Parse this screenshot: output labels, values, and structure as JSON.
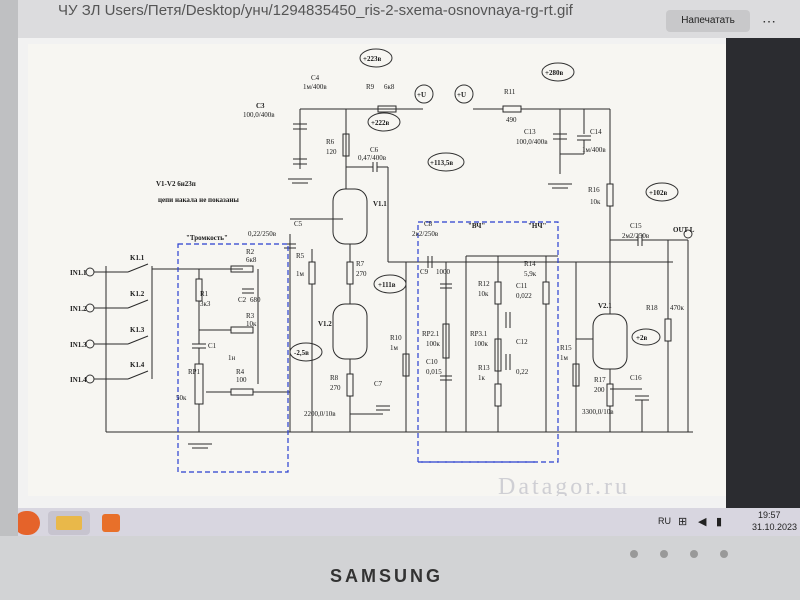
{
  "browser": {
    "url": "ЧУ ЗЛ Users/Петя/Desktop/унч/1294835450_ris-2-sxema-osnovnaya-rg-rt.gif",
    "print_label": "Напечатать",
    "more_label": "⋯"
  },
  "schematic": {
    "tube_note": "V1-V2  6н23п",
    "heater_note": "цепи накала не показаны",
    "block_loudness": "\"Тромкость\"",
    "block_hf": "\"ВЧ\"",
    "block_lf": "\"НЧ\"",
    "voltages": [
      "+223в",
      "+222в",
      "+113,5в",
      "+111в",
      "-2,5в",
      "+280в",
      "+102в",
      "+2в"
    ],
    "inputs": [
      "IN1.1",
      "IN1.2",
      "IN1.3",
      "IN1.4"
    ],
    "switches": [
      "K1.1",
      "K1.2",
      "K1.3",
      "K1.4"
    ],
    "output": "OUT L",
    "plus_u": "+U",
    "tubes": [
      "V1.1",
      "V1.2",
      "V2.1"
    ],
    "components": {
      "c4": "C4",
      "c4v": "1м/400в",
      "r9": "R9",
      "r9v": "6к8",
      "c3": "C3",
      "c3v": "100,0/400в",
      "r6": "R6",
      "r6v": "120",
      "c6": "C6",
      "c6v": "0,47/400в",
      "c5": "C5",
      "c5v": "0,22/250в",
      "r5": "R5",
      "r5v": "1м",
      "r7": "R7",
      "r7v": "270",
      "r2": "R2",
      "r2v": "6к8",
      "r1": "R1",
      "r1v": "3к3",
      "c2": "C2",
      "c2v": "680",
      "r3": "R3",
      "r3v": "10к",
      "c1": "C1",
      "c1v": "1н",
      "rp1": "RP1",
      "rp1v": "50к",
      "r4": "R4",
      "r4v": "100",
      "r8": "R8",
      "r8v": "270",
      "c7": "C7",
      "c7v": "2200,0/10в",
      "r10": "R10",
      "r10v": "1м",
      "c8": "C8",
      "c8v": "2к2/250в",
      "c9": "C9",
      "c9v": "1000",
      "rp21": "RP2.1",
      "rp21v": "100к",
      "c10": "C10",
      "c10v": "0,015",
      "r12": "R12",
      "r12v": "10к",
      "c11": "C11",
      "c11v": "0,022",
      "r14": "R14",
      "r14v": "5,9к",
      "rp31": "RP3.1",
      "rp31v": "100к",
      "c12": "C12",
      "c12v": "0,22",
      "r13": "R13",
      "r13v": "1к",
      "r15": "R15",
      "r15v": "1м",
      "r11": "R11",
      "r11v": "490",
      "c13": "C13",
      "c13v": "100,0/400в",
      "c14": "C14",
      "c14v": "1м/400в",
      "r16": "R16",
      "r16v": "10к",
      "c15": "C15",
      "c15v": "2м2/250в",
      "r18": "R18",
      "r18v": "470к",
      "r17": "R17",
      "r17v": "200",
      "c16": "C16",
      "c16v": "3300,0/10в"
    },
    "watermark": "Datagor.ru"
  },
  "taskbar": {
    "lang": "RU",
    "time": "19:57",
    "date": "31.10.2023"
  },
  "monitor": {
    "brand": "SAMSUNG"
  },
  "colors": {
    "accent_blue": "#2a3fd0",
    "wire": "#2b2b2b",
    "ellipse": "#333333"
  }
}
